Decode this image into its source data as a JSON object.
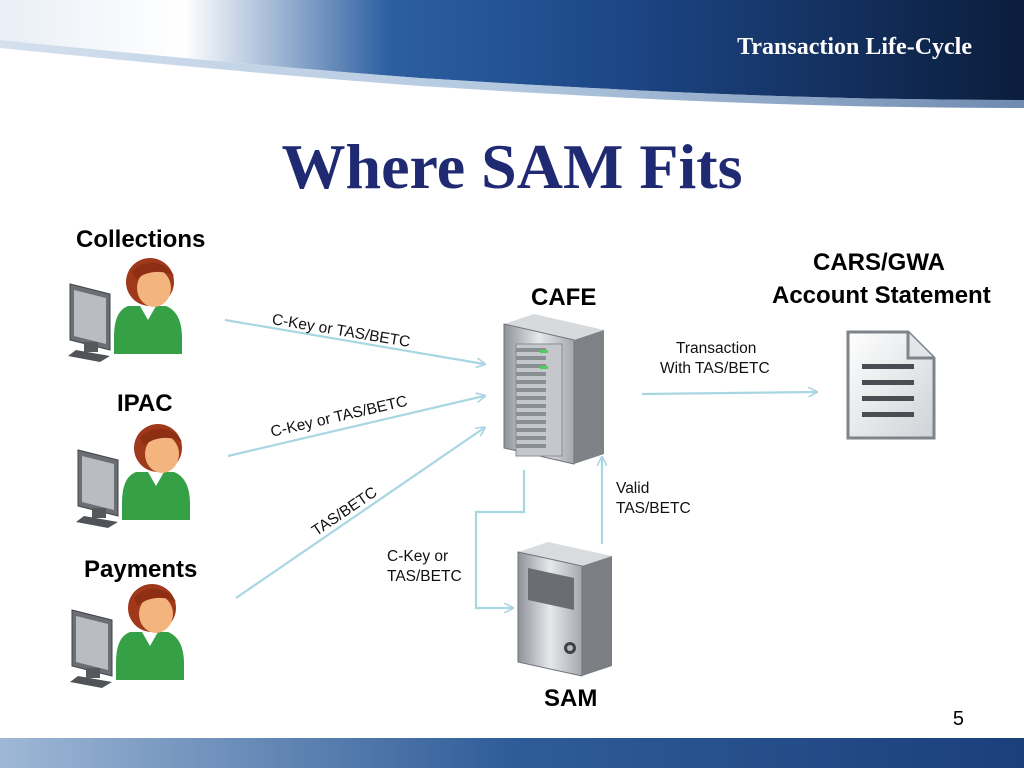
{
  "header": {
    "title": "Transaction Life-Cycle"
  },
  "slide": {
    "title": "Where SAM Fits",
    "page_number": "5"
  },
  "nodes": {
    "collections": "Collections",
    "ipac": "IPAC",
    "payments": "Payments",
    "cafe": "CAFE",
    "sam": "SAM",
    "cars_line1": "CARS/GWA",
    "cars_line2": "Account Statement"
  },
  "edges": {
    "collections_to_cafe": "C-Key or TAS/BETC",
    "ipac_to_cafe": "C-Key or TAS/BETC",
    "payments_to_cafe": "TAS/BETC",
    "cafe_to_sam_line1": "C-Key or",
    "cafe_to_sam_line2": "TAS/BETC",
    "sam_to_cafe_line1": "Valid",
    "sam_to_cafe_line2": "TAS/BETC",
    "cafe_to_cars_line1": "Transaction",
    "cafe_to_cars_line2": "With TAS/BETC"
  },
  "colors": {
    "title": "#1f2a72",
    "header_dark": "#0b1d3c",
    "header_blue": "#1e4f8f",
    "arrow": "#a8d6e2",
    "person_green": "#35a045",
    "person_hair": "#a0391c"
  }
}
